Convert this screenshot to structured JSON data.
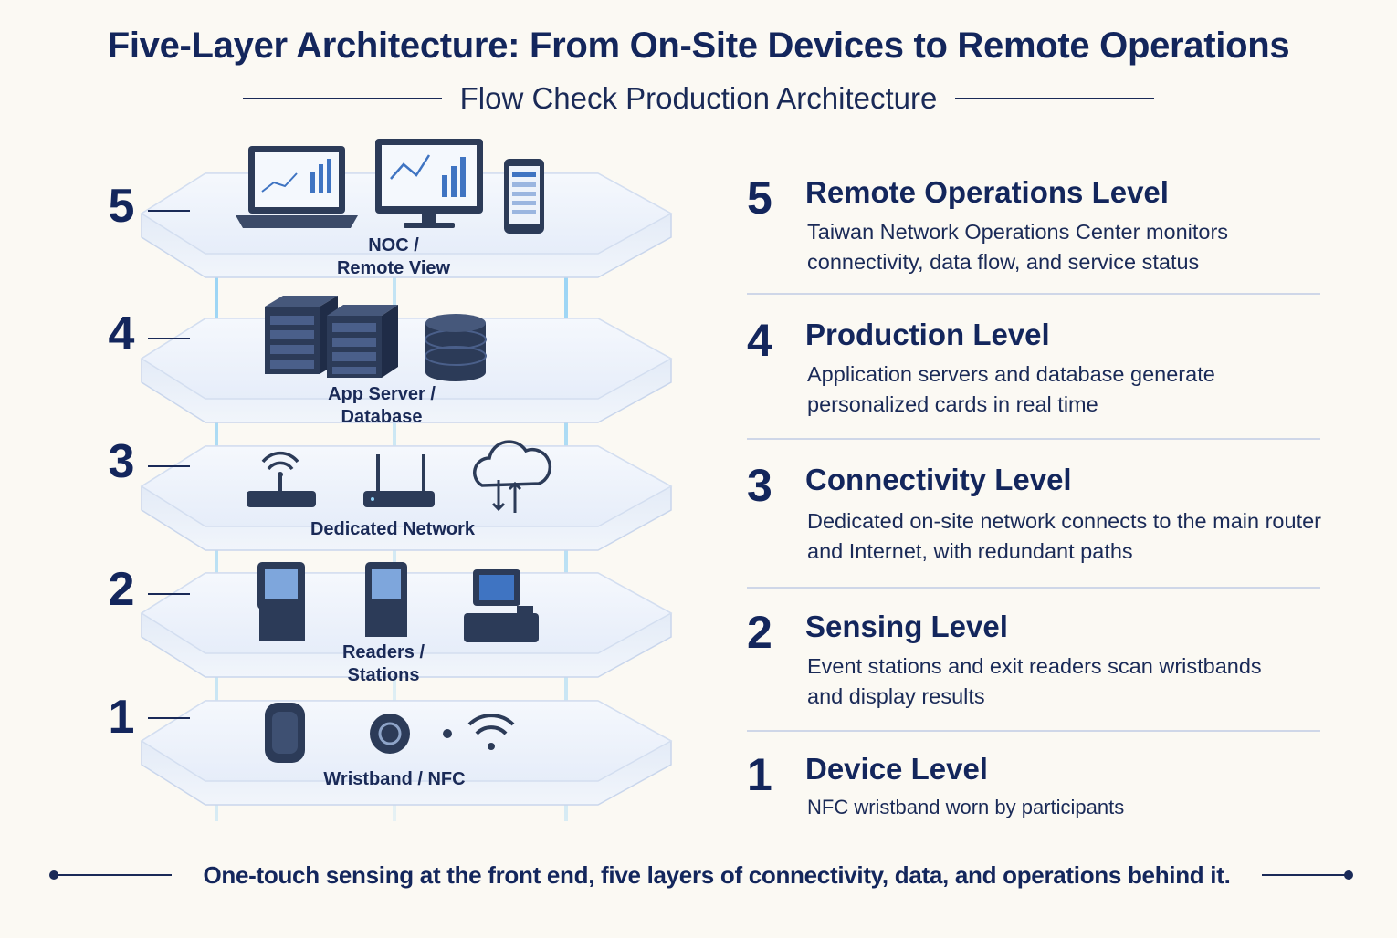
{
  "title": "Five-Layer Architecture: From On-Site Devices to Remote Operations",
  "subtitle": "Flow Check Production Architecture",
  "diagram": {
    "layers": [
      {
        "num": "5",
        "label_line1": "NOC /",
        "label_line2": "Remote View",
        "icons": [
          "laptop-icon",
          "monitor-icon",
          "phone-icon"
        ]
      },
      {
        "num": "4",
        "label_line1": "App Server /",
        "label_line2": "Database",
        "icons": [
          "server-icon",
          "server-icon",
          "database-icon"
        ]
      },
      {
        "num": "3",
        "label_line1": "Dedicated Network",
        "label_line2": "",
        "icons": [
          "wifi-router-icon",
          "router-icon",
          "cloud-icon"
        ]
      },
      {
        "num": "2",
        "label_line1": "Readers /",
        "label_line2": "Stations",
        "icons": [
          "kiosk-icon",
          "kiosk-icon",
          "pos-terminal-icon"
        ]
      },
      {
        "num": "1",
        "label_line1": "Wristband / NFC",
        "label_line2": "",
        "icons": [
          "wristband-icon",
          "nfc-tag-icon",
          "wireless-signal-icon"
        ]
      }
    ]
  },
  "levels": [
    {
      "num": "5",
      "title": "Remote Operations Level",
      "description": "Taiwan Network Operations Center monitors connectivity, data flow, and service status"
    },
    {
      "num": "4",
      "title": "Production Level",
      "description": "Application servers and database generate personalized cards in real time"
    },
    {
      "num": "3",
      "title": "Connectivity Level",
      "description": "Dedicated on-site network connects to the main router and Internet, with redundant paths"
    },
    {
      "num": "2",
      "title": "Sensing Level",
      "description": "Event stations and exit readers scan wristbands and display results"
    },
    {
      "num": "1",
      "title": "Device Level",
      "description": "NFC wristband worn by participants"
    }
  ],
  "footer": "One-touch sensing at the front end, five layers of connectivity, data, and operations behind it.",
  "colors": {
    "navy": "#13265c",
    "glow": "#8fd0f5",
    "platform": "#eef3fb",
    "device": "#2c3b58"
  }
}
